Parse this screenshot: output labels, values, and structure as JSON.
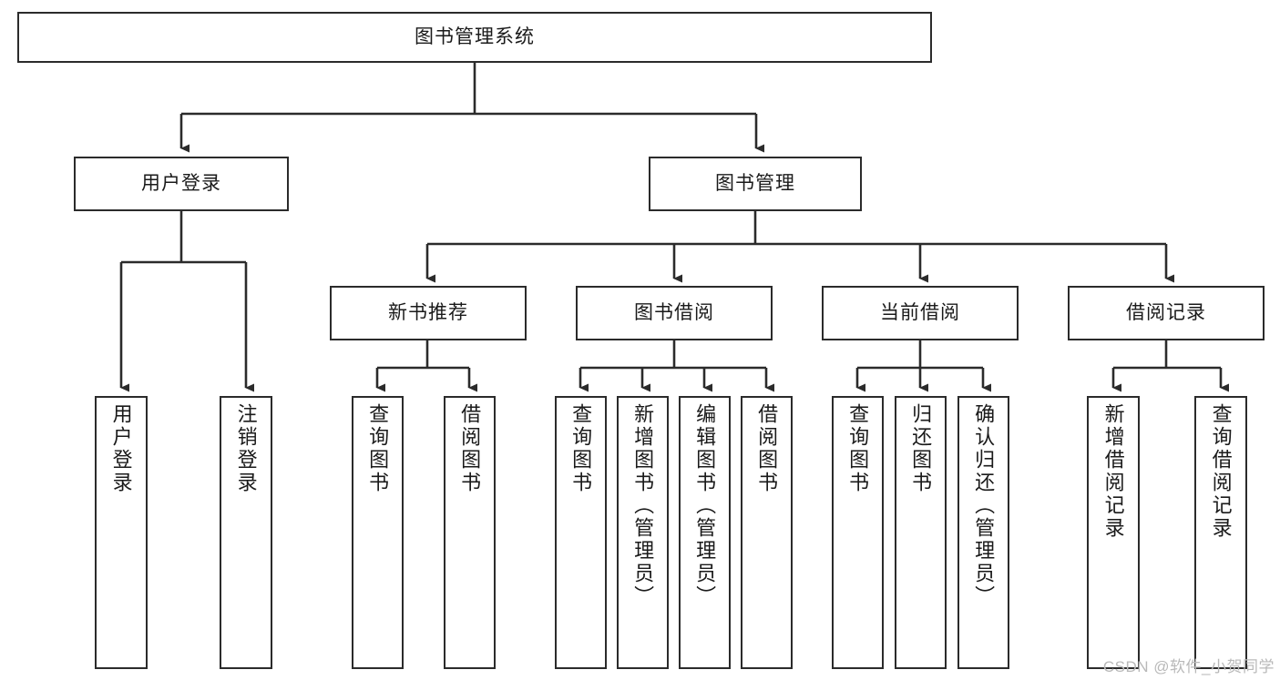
{
  "diagram": {
    "title": "图书管理系统",
    "type": "hierarchy-tree",
    "background_color": "#ffffff",
    "box_border_color": "#2b2b2b",
    "connector_color": "#2b2b2b",
    "text_color": "#1a1a1a"
  },
  "nodes": {
    "root": {
      "label": "图书管理系统"
    },
    "level2": [
      {
        "label": "用户登录"
      },
      {
        "label": "图书管理"
      }
    ],
    "level3": [
      {
        "label": "新书推荐"
      },
      {
        "label": "图书借阅"
      },
      {
        "label": "当前借阅"
      },
      {
        "label": "借阅记录"
      }
    ],
    "leaves": {
      "user_login": [
        {
          "label": "用户登录"
        },
        {
          "label": "注销登录"
        }
      ],
      "new_book_recommend": [
        {
          "label": "查询图书"
        },
        {
          "label": "借阅图书"
        }
      ],
      "book_borrow": [
        {
          "label": "查询图书"
        },
        {
          "label": "新增图书（管理员）"
        },
        {
          "label": "编辑图书（管理员）"
        },
        {
          "label": "借阅图书"
        }
      ],
      "current_borrow": [
        {
          "label": "查询图书"
        },
        {
          "label": "归还图书"
        },
        {
          "label": "确认归还（管理员）"
        }
      ],
      "borrow_record": [
        {
          "label": "新增借阅记录"
        },
        {
          "label": "查询借阅记录"
        }
      ]
    }
  },
  "watermark": {
    "text": "CSDN @软件_小贺同学"
  }
}
